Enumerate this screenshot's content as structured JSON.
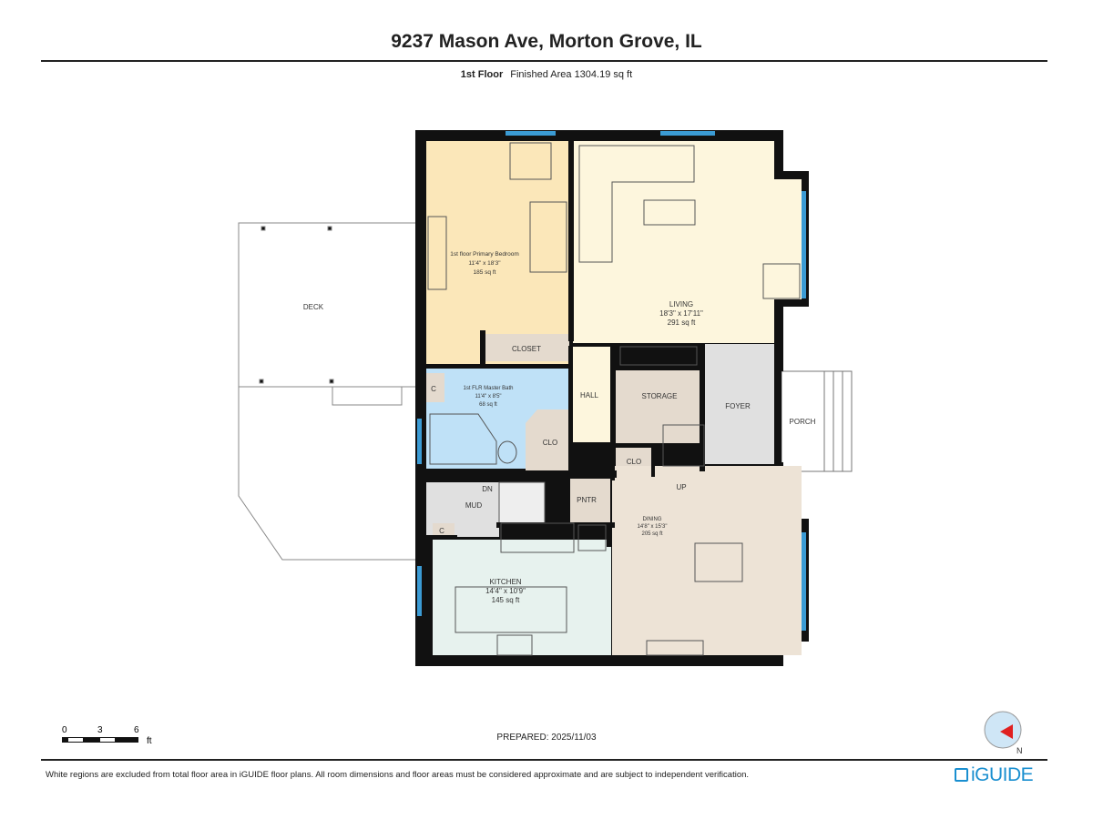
{
  "header": {
    "title": "9237 Mason Ave, Morton Grove, IL",
    "floor": "1st Floor",
    "finished_area": "Finished Area 1304.19 sq ft"
  },
  "rooms": {
    "bedroom": {
      "name": "1st floor Primary Bedroom",
      "dims": "11'4\" x 18'3\"",
      "area": "185 sq ft"
    },
    "living": {
      "name": "LIVING",
      "dims": "18'3\" x 17'11\"",
      "area": "291 sq ft"
    },
    "bath": {
      "name": "1st FLR Master Bath",
      "dims": "11'4\" x 8'5\"",
      "area": "68 sq ft"
    },
    "kitchen": {
      "name": "KITCHEN",
      "dims": "14'4\" x 10'9\"",
      "area": "145 sq ft"
    },
    "dining": {
      "name": "DINING",
      "dims": "14'8\" x 15'3\"",
      "area": "205 sq ft"
    },
    "closet": "CLOSET",
    "hall": "HALL",
    "storage": "STORAGE",
    "foyer": "FOYER",
    "porch": "PORCH",
    "deck": "DECK",
    "clo1": "CLO",
    "clo2": "CLO",
    "c1": "C",
    "c2": "C",
    "mud": "MUD",
    "dn": "DN",
    "up": "UP",
    "pntr": "PNTR"
  },
  "scale": {
    "ticks": [
      "0",
      "3",
      "6"
    ],
    "unit": "ft"
  },
  "compass": {
    "label": "N"
  },
  "footer": {
    "prepared": "PREPARED: 2025/11/03",
    "disclaimer": "White regions are excluded from total floor area in iGUIDE floor plans. All room dimensions and floor areas must be considered approximate and are subject to independent verification.",
    "logo": "iGUIDE"
  },
  "colors": {
    "bedroom": "#fbe7b9",
    "living": "#fdf6dd",
    "bath": "#bfe1f7",
    "tan": "#e4dace",
    "gray": "#e0e0e0",
    "dining": "#ede3d6",
    "kitchen": "#e7f2ee",
    "wall": "#111111",
    "window": "#3b9bd4"
  }
}
